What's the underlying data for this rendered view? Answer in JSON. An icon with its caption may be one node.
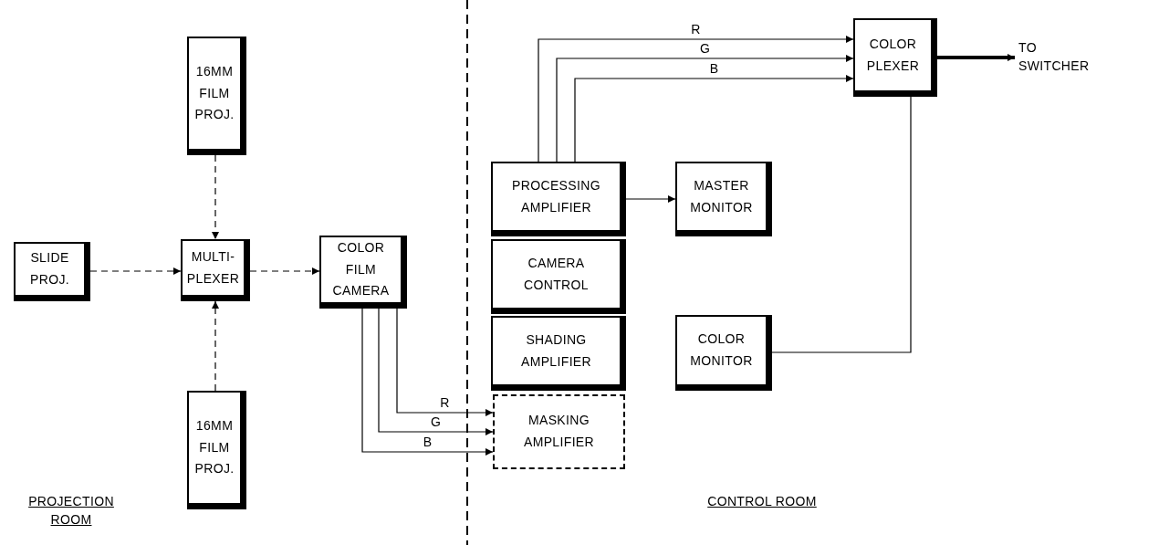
{
  "diagram": {
    "nodes": [
      {
        "text": [
          "16MM FILM PROJ."
        ]
      },
      {
        "text": [
          "SLIDE PROJ."
        ]
      },
      {
        "text": [
          "MULTI-PLEXER"
        ]
      },
      {
        "text": [
          "16MM FILM PROJ."
        ]
      },
      {
        "text": [
          "COLOR FILM CAMERA"
        ]
      },
      {
        "text": [
          "PROCESSING AMPLIFIER"
        ]
      },
      {
        "text": [
          "CAMERA CONTROL"
        ]
      },
      {
        "text": [
          "SHADING AMPLIFIER"
        ]
      },
      {
        "text": [
          "MASKING AMPLIFIER"
        ]
      },
      {
        "text": [
          "MASTER MONITOR"
        ]
      },
      {
        "text": [
          "COLOR MONITOR"
        ]
      },
      {
        "text": [
          "COLOR PLEXER"
        ]
      },
      {
        "text": [
          "TO SWITCHER"
        ]
      }
    ],
    "edges": [
      {
        "from": 0,
        "to": 2,
        "arrow": "to",
        "style": "dashed"
      },
      {
        "from": 1,
        "to": 2,
        "arrow": "to",
        "style": "dashed"
      },
      {
        "from": 3,
        "to": 2,
        "arrow": "to",
        "style": "dashed"
      },
      {
        "from": 2,
        "to": 4,
        "arrow": "to",
        "style": "dashed"
      },
      {
        "from": 4,
        "to": 8,
        "arrow": "to",
        "label": "R"
      },
      {
        "from": 4,
        "to": 8,
        "arrow": "to",
        "label": "G"
      },
      {
        "from": 4,
        "to": 8,
        "arrow": "to",
        "label": "B"
      },
      {
        "from": 5,
        "to": 11,
        "arrow": "to",
        "label": "R"
      },
      {
        "from": 5,
        "to": 11,
        "arrow": "to",
        "label": "G"
      },
      {
        "from": 5,
        "to": 11,
        "arrow": "to",
        "label": "B"
      },
      {
        "from": 5,
        "to": 9,
        "arrow": "to"
      },
      {
        "from": 11,
        "to": 10,
        "arrow": "to"
      },
      {
        "from": 11,
        "to": 12,
        "arrow": "to",
        "style": "thick"
      }
    ],
    "labels": [
      "PROJECTION ROOM",
      "CONTROL ROOM"
    ]
  }
}
